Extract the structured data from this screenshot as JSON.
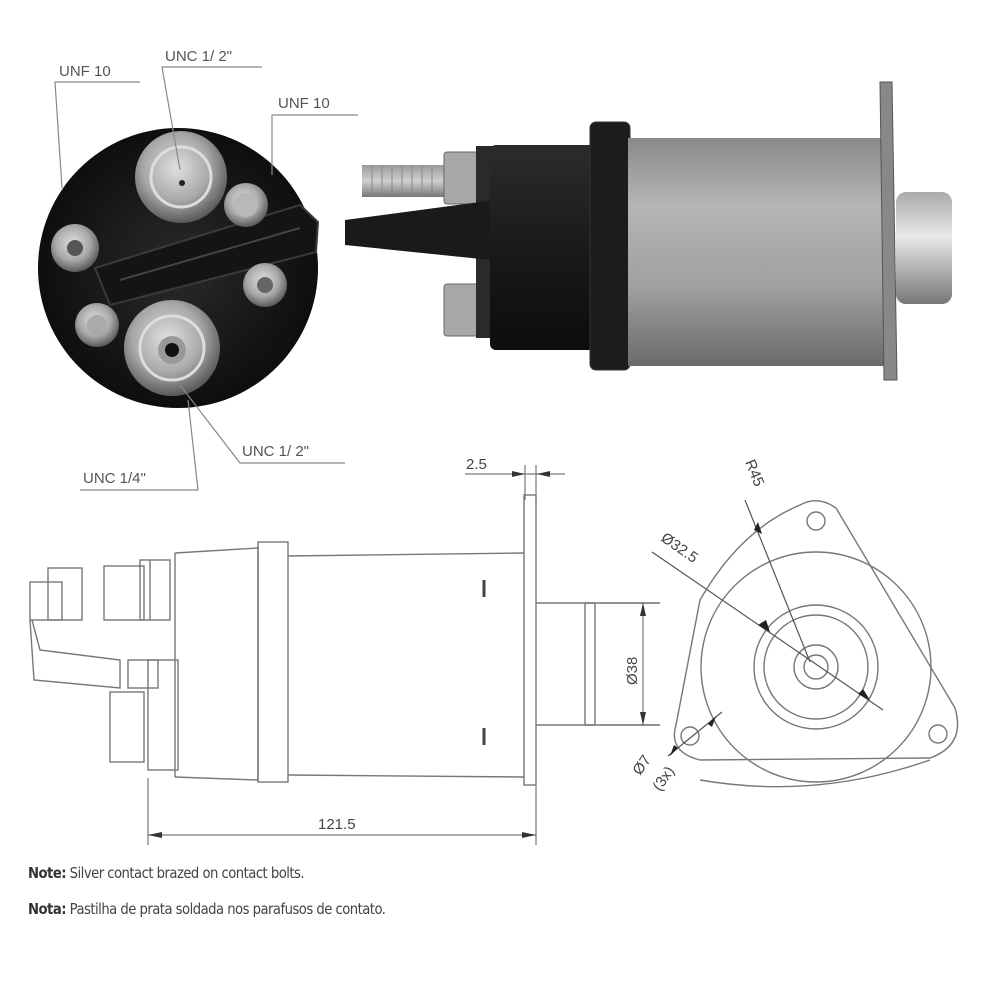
{
  "callouts": {
    "top_left": "UNF 10",
    "top_center": "UNC 1/ 2\"",
    "top_right": "UNF 10",
    "bottom_right": "UNC 1/ 2\"",
    "bottom_left": "UNC 1/4\""
  },
  "dimensions": {
    "flange_thickness": "2.5",
    "overall_length": "121.5",
    "plunger_diameter": "Ø38",
    "inner_diameter": "Ø32.5",
    "flange_radius": "R45",
    "hole_diameter": "Ø7",
    "hole_count": "(3x)"
  },
  "notes": [
    {
      "label": "Note:",
      "text": " Silver contact brazed on contact bolts."
    },
    {
      "label": "Nota:",
      "text": " Pastilha de prata soldada nos parafusos de contato."
    }
  ],
  "colors": {
    "line": "#777777",
    "dark_body": "#1e1e1e",
    "metal": "#9a9a9a"
  }
}
